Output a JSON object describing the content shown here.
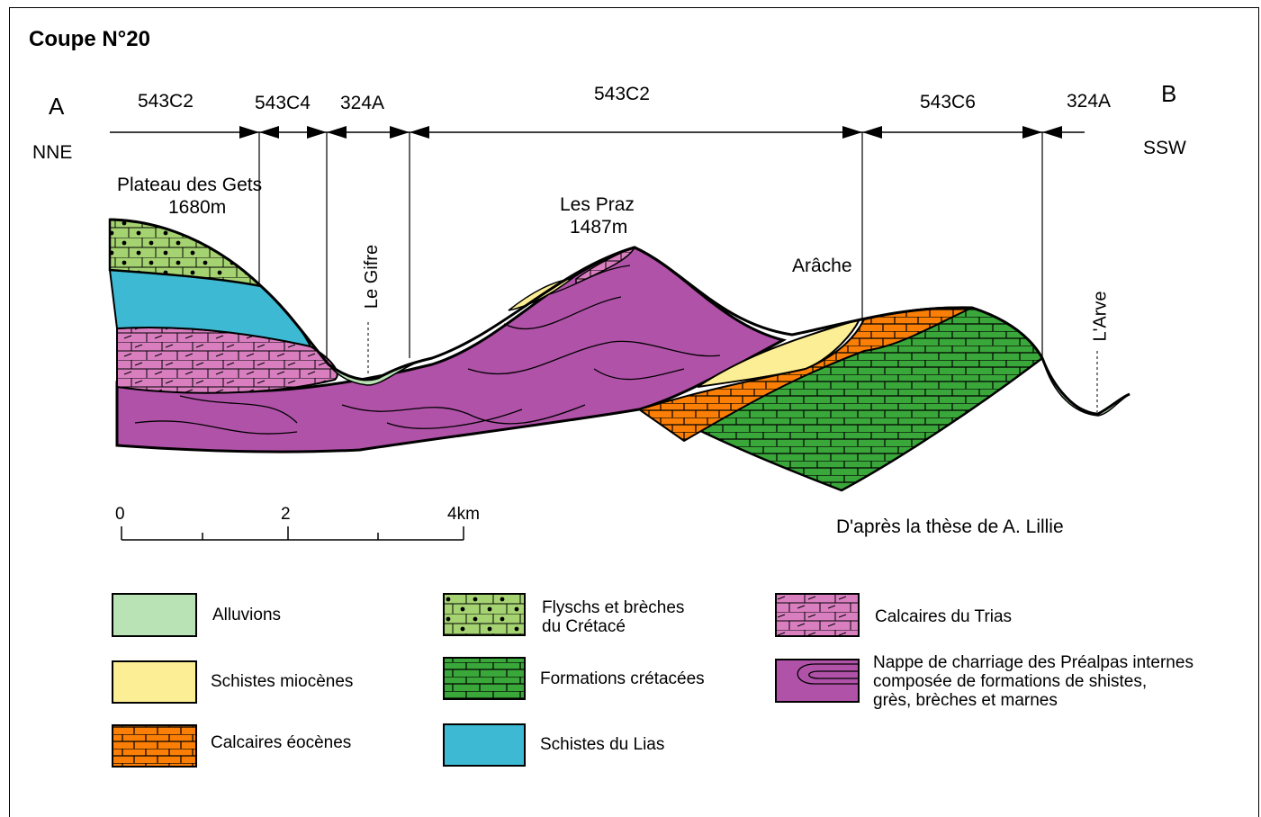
{
  "title": "Coupe N°20",
  "section": {
    "point_a": "A",
    "point_b": "B",
    "dir_a": "NNE",
    "dir_b": "SSW",
    "segments": [
      "543C2",
      "543C4",
      "324A",
      "543C2",
      "543C6",
      "324A"
    ]
  },
  "places": {
    "plateau_name": "Plateau des Gets",
    "plateau_alt": "1680m",
    "praz_name": "Les Praz",
    "praz_alt": "1487m",
    "arache": "Arâche",
    "gifre": "Le Gifre",
    "arve": "L'Arve"
  },
  "scale": {
    "t0": "0",
    "t2": "2",
    "t4": "4km"
  },
  "credit": "D'après la thèse de A. Lillie",
  "legend": [
    {
      "label": "Alluvions",
      "color": "#b9e3b4"
    },
    {
      "label": "Schistes miocènes",
      "color": "#fcee94"
    },
    {
      "label": "Calcaires éocènes",
      "color": "#fb7f06"
    },
    {
      "label": "Flyschs et brèches\ndu Crétacé",
      "color": "#a6d372"
    },
    {
      "label": "Formations crétacées",
      "color": "#3aa73a"
    },
    {
      "label": "Schistes du Lias",
      "color": "#3eb9d3"
    },
    {
      "label": "Calcaires du Trias",
      "color": "#d97fc0"
    },
    {
      "label": "Nappe de charriage des Préalpas internes\ncomposée de formations de shistes,\ngrès, brèches et marnes",
      "color": "#b052a8"
    }
  ]
}
